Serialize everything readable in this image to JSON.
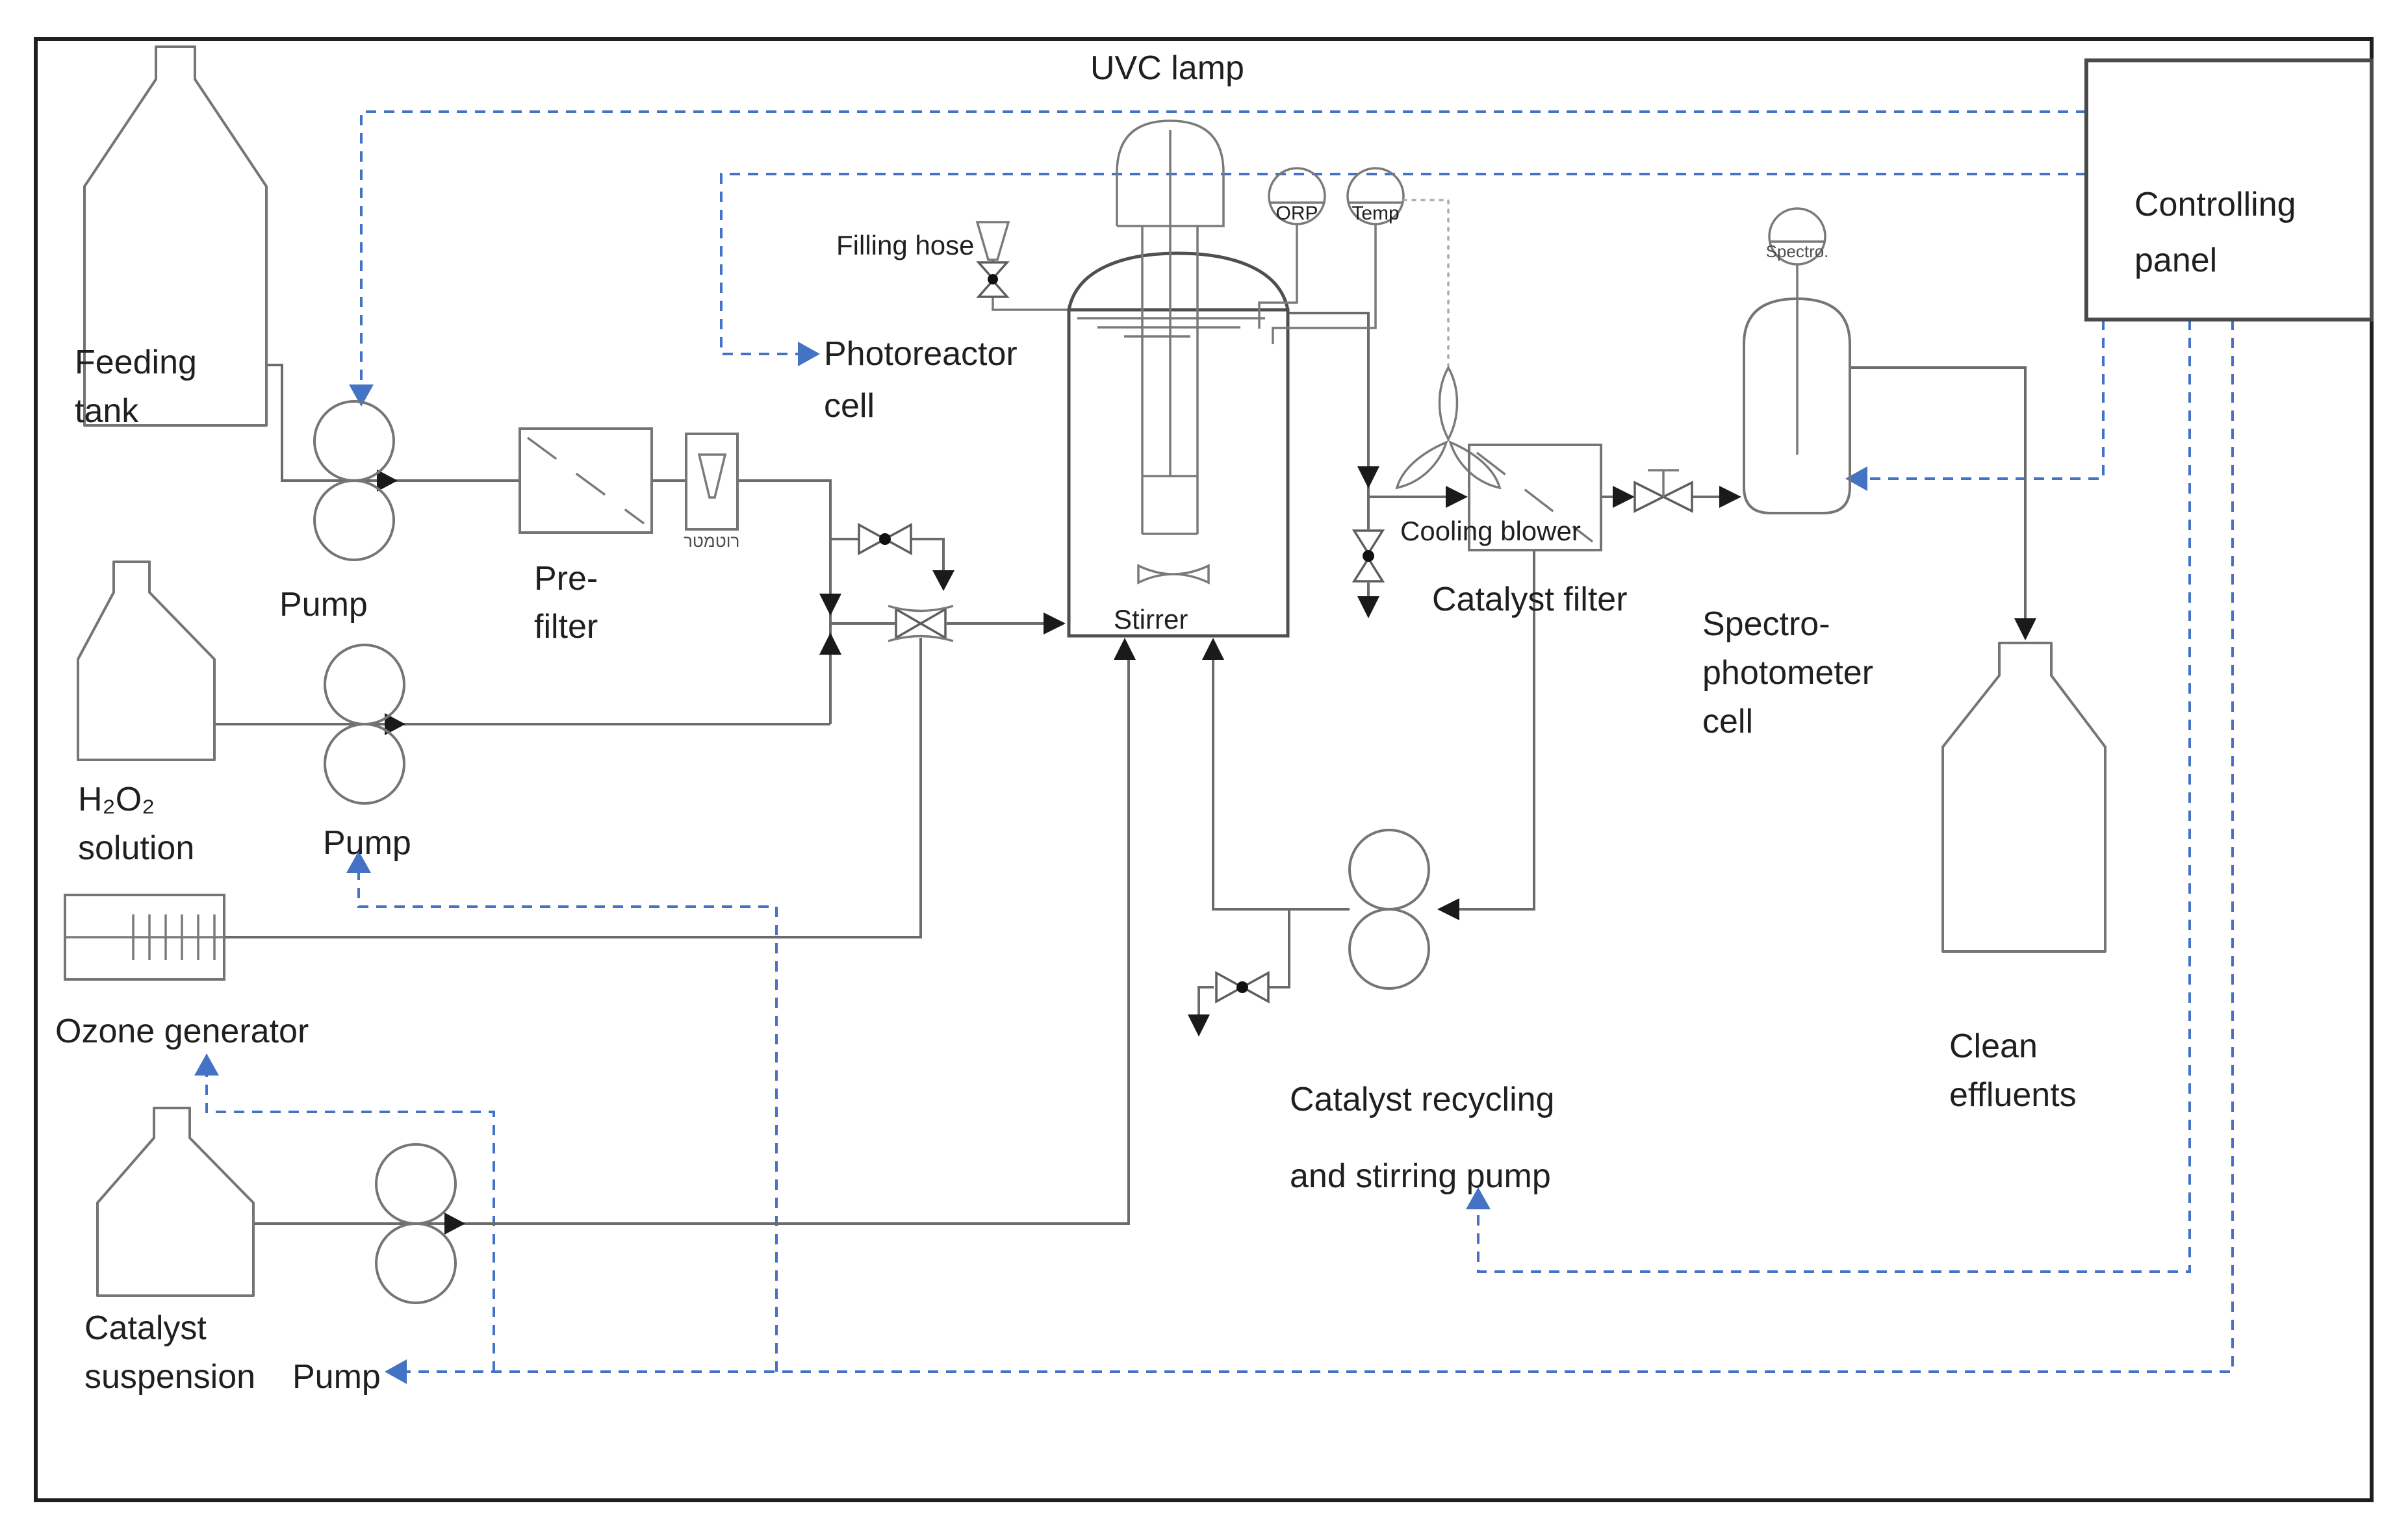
{
  "diagram": {
    "type": "process-flow-diagram",
    "subject": "UVC photoreactor pilot plant",
    "colors": {
      "control_line": "#4472c4",
      "pipe": "#6b6b6b",
      "outline": "#757575",
      "arrow": "#1a1a1a",
      "dotted_signal": "#ababab",
      "text": "#1f1f1f",
      "background": "#ffffff"
    },
    "equipment": {
      "uvc_lamp": {
        "label": "UVC lamp"
      },
      "feeding_tank": {
        "label_line1": "Feeding",
        "label_line2": "tank"
      },
      "feed_pump": {
        "label": "Pump"
      },
      "prefilter": {
        "label_line1": "Pre-",
        "label_line2": "filter"
      },
      "flow_meter": {
        "caption": "רוטמטר"
      },
      "h2o2_tank": {
        "label_line1": "H₂O₂",
        "label_line2": "solution"
      },
      "h2o2_pump": {
        "label": "Pump"
      },
      "ozone_generator": {
        "label": "Ozone generator"
      },
      "catalyst_tank": {
        "label_line1": "Catalyst",
        "label_line2": "suspension"
      },
      "catalyst_pump": {
        "label": "Pump"
      },
      "filling_hose": {
        "label": "Filling hose"
      },
      "photoreactor": {
        "label_line1": "Photoreactor",
        "label_line2": "cell"
      },
      "stirrer": {
        "label": "Stirrer"
      },
      "orp_sensor": {
        "label": "ORP"
      },
      "temp_sensor": {
        "label": "Temp"
      },
      "cooling_blower": {
        "label": "Cooling blower"
      },
      "catalyst_filter": {
        "label": "Catalyst filter"
      },
      "spectro_sensor": {
        "label": "Spectro."
      },
      "spectrophotometer_cell": {
        "label_line1": "Spectro-",
        "label_line2": "photometer",
        "label_line3": "cell"
      },
      "clean_effluents": {
        "label_line1": "Clean",
        "label_line2": "effluents"
      },
      "controlling_panel": {
        "label_line1": "Controlling",
        "label_line2": "panel"
      },
      "recycling_pump": {
        "label_line1": "Catalyst recycling",
        "label_line2": "and stirring pump"
      }
    }
  }
}
